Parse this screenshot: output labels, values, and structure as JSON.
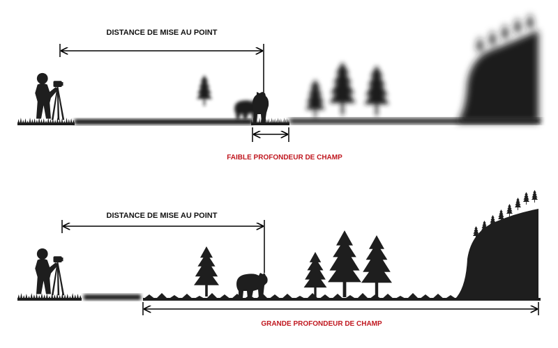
{
  "top_panel": {
    "focus_distance_label": "DISTANCE DE MISE AU POINT",
    "depth_of_field_label": "FAIBLE PROFONDEUR DE CHAMP"
  },
  "bottom_panel": {
    "focus_distance_label": "DISTANCE DE MISE AU POINT",
    "depth_of_field_label": "GRANDE PROFONDEUR DE CHAMP"
  },
  "colors": {
    "silhouette": "#1e1e1e",
    "dimension_line": "#000000",
    "label_text": "#111111",
    "accent_red": "#c0171f",
    "background": "#ffffff"
  }
}
